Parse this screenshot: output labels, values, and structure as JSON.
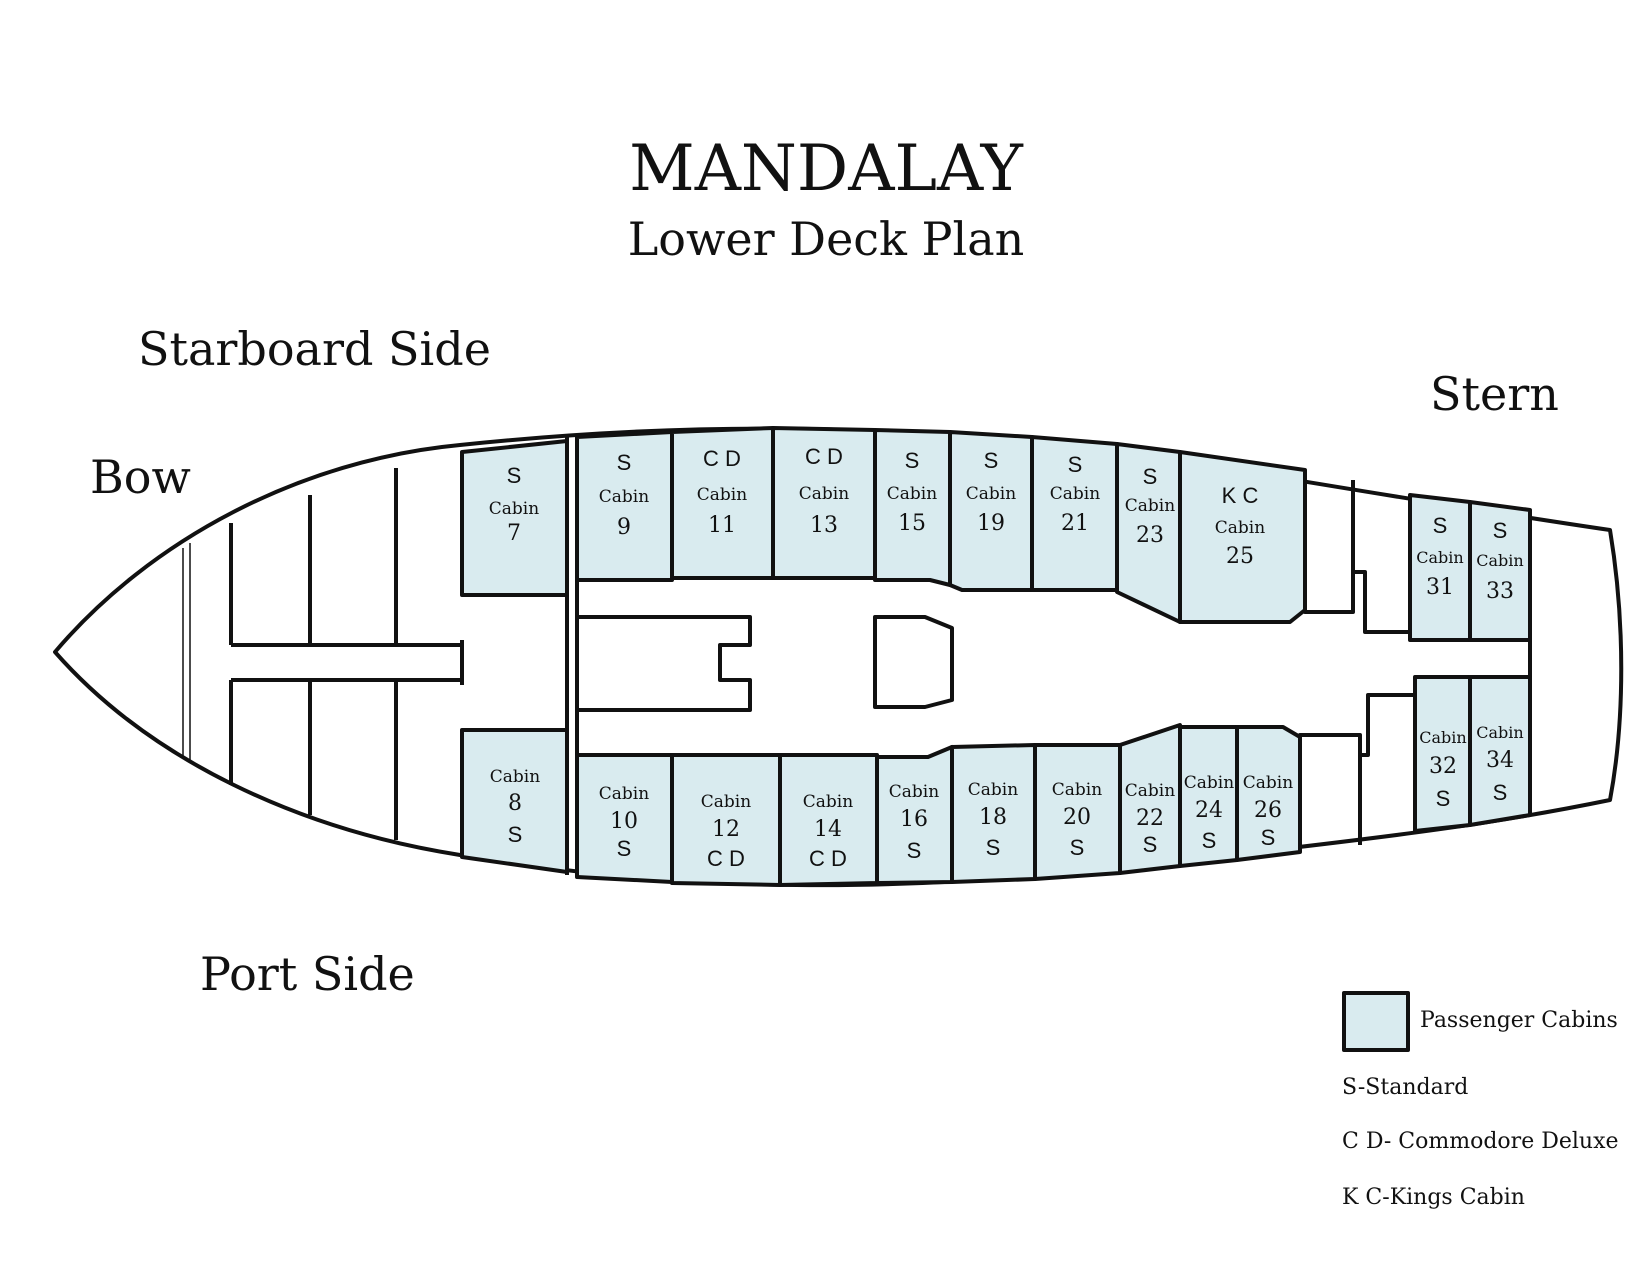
{
  "title": "MANDALAY",
  "subtitle": "Lower Deck Plan",
  "labels": {
    "starboard": "Starboard Side",
    "port": "Port Side",
    "bow": "Bow",
    "stern": "Stern"
  },
  "colors": {
    "cabin_fill": "#d9ebef",
    "outline": "#111111"
  },
  "cabin_word": "Cabin",
  "cabins_starboard": [
    {
      "num": "7",
      "type": "S"
    },
    {
      "num": "9",
      "type": "S"
    },
    {
      "num": "11",
      "type": "C D"
    },
    {
      "num": "13",
      "type": "C D"
    },
    {
      "num": "15",
      "type": "S"
    },
    {
      "num": "19",
      "type": "S"
    },
    {
      "num": "21",
      "type": "S"
    },
    {
      "num": "23",
      "type": "S"
    },
    {
      "num": "25",
      "type": "K C"
    },
    {
      "num": "31",
      "type": "S"
    },
    {
      "num": "33",
      "type": "S"
    }
  ],
  "cabins_port": [
    {
      "num": "8",
      "type": "S"
    },
    {
      "num": "10",
      "type": "S"
    },
    {
      "num": "12",
      "type": "C D"
    },
    {
      "num": "14",
      "type": "C D"
    },
    {
      "num": "16",
      "type": "S"
    },
    {
      "num": "18",
      "type": "S"
    },
    {
      "num": "20",
      "type": "S"
    },
    {
      "num": "22",
      "type": "S"
    },
    {
      "num": "24",
      "type": "S"
    },
    {
      "num": "26",
      "type": "S"
    },
    {
      "num": "32",
      "type": "S"
    },
    {
      "num": "34",
      "type": "S"
    }
  ],
  "legend": {
    "swatch_label": "Passenger Cabins",
    "standard": "S-Standard",
    "commodore": "C D- Commodore Deluxe",
    "kings": "K C-Kings Cabin"
  }
}
